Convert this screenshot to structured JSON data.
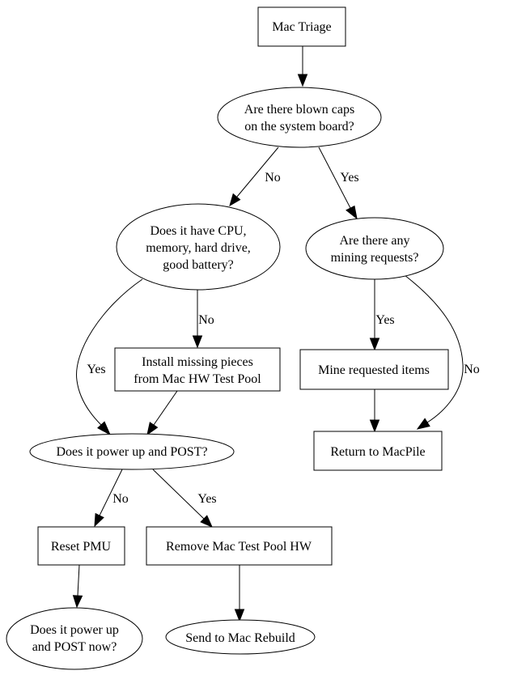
{
  "nodes": {
    "mac_triage": {
      "lines": [
        "Mac Triage"
      ]
    },
    "blown_caps": {
      "lines": [
        "Are there blown caps",
        "on the system board?"
      ]
    },
    "cpu_memory": {
      "lines": [
        "Does it have CPU,",
        "memory, hard drive,",
        "good battery?"
      ]
    },
    "mining_requests": {
      "lines": [
        "Are there any",
        "mining requests?"
      ]
    },
    "install_missing": {
      "lines": [
        "Install missing pieces",
        "from Mac HW Test Pool"
      ]
    },
    "mine_items": {
      "lines": [
        "Mine requested items"
      ]
    },
    "return_macpile": {
      "lines": [
        "Return to MacPile"
      ]
    },
    "power_post": {
      "lines": [
        "Does it power up and POST?"
      ]
    },
    "reset_pmu": {
      "lines": [
        "Reset PMU"
      ]
    },
    "remove_hw": {
      "lines": [
        "Remove Mac Test Pool HW"
      ]
    },
    "power_post_now": {
      "lines": [
        "Does it power up",
        "and POST now?"
      ]
    },
    "send_rebuild": {
      "lines": [
        "Send to Mac Rebuild"
      ]
    }
  },
  "edge_labels": {
    "caps_no": "No",
    "caps_yes": "Yes",
    "cpu_no": "No",
    "cpu_yes": "Yes",
    "mining_yes": "Yes",
    "mining_no": "No",
    "post_no": "No",
    "post_yes": "Yes"
  },
  "colors": {
    "stroke": "#000000",
    "fill": "#ffffff",
    "text": "#000000"
  }
}
